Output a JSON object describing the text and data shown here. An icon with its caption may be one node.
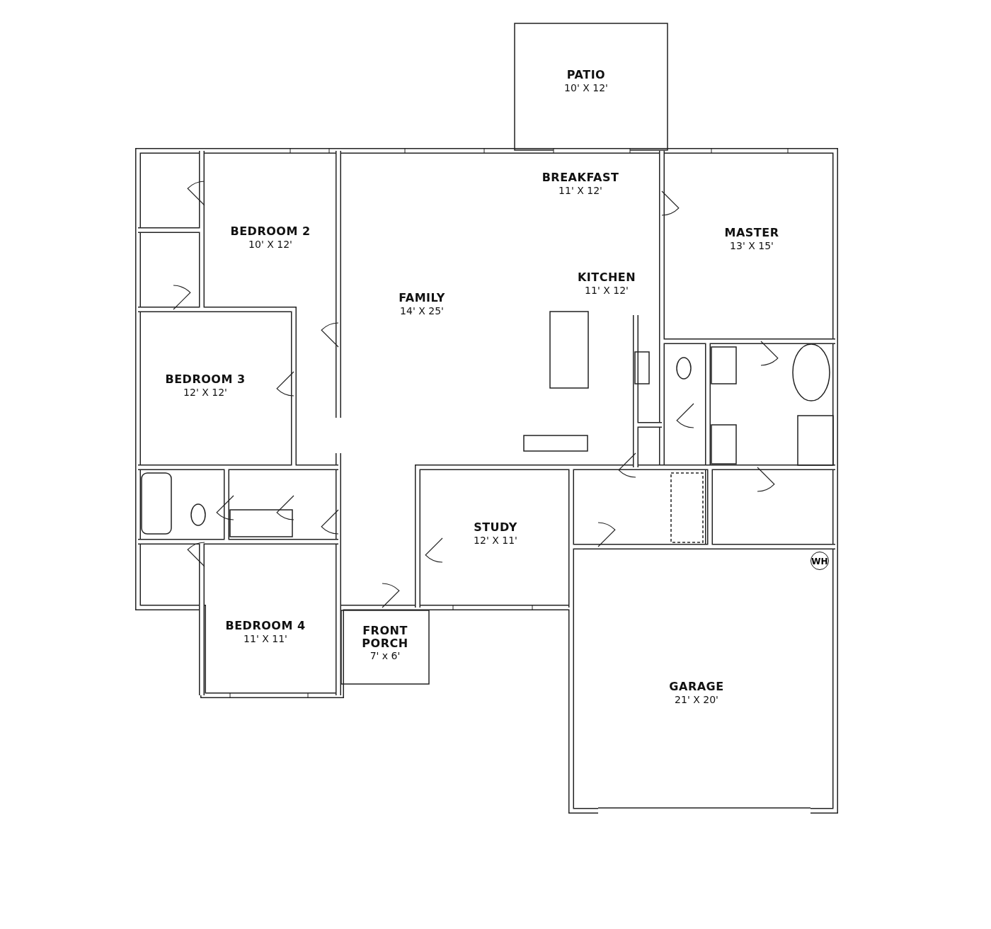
{
  "diagram": {
    "nodes": [
      {
        "text": [
          "PATIO",
          "10' X 12'"
        ]
      },
      {
        "text": [
          "BREAKFAST",
          "11' X 12'"
        ]
      },
      {
        "text": [
          "BEDROOM 2",
          "10' X 12'"
        ]
      },
      {
        "text": [
          "MASTER",
          "13' X 15'"
        ]
      },
      {
        "text": [
          "KITCHEN",
          "11' X 12'"
        ]
      },
      {
        "text": [
          "FAMILY",
          "14' X 25'"
        ]
      },
      {
        "text": [
          "BEDROOM 3",
          "12' X 12'"
        ]
      },
      {
        "text": [
          "STUDY",
          "12' X 11'"
        ]
      },
      {
        "text": [
          "BEDROOM 4",
          "11' X 11'"
        ]
      },
      {
        "text": [
          "FRONT PORCH",
          "7' x 6'"
        ]
      },
      {
        "text": [
          "GARAGE",
          "21' X 20'"
        ]
      },
      {
        "text": [
          "WH"
        ]
      }
    ]
  }
}
